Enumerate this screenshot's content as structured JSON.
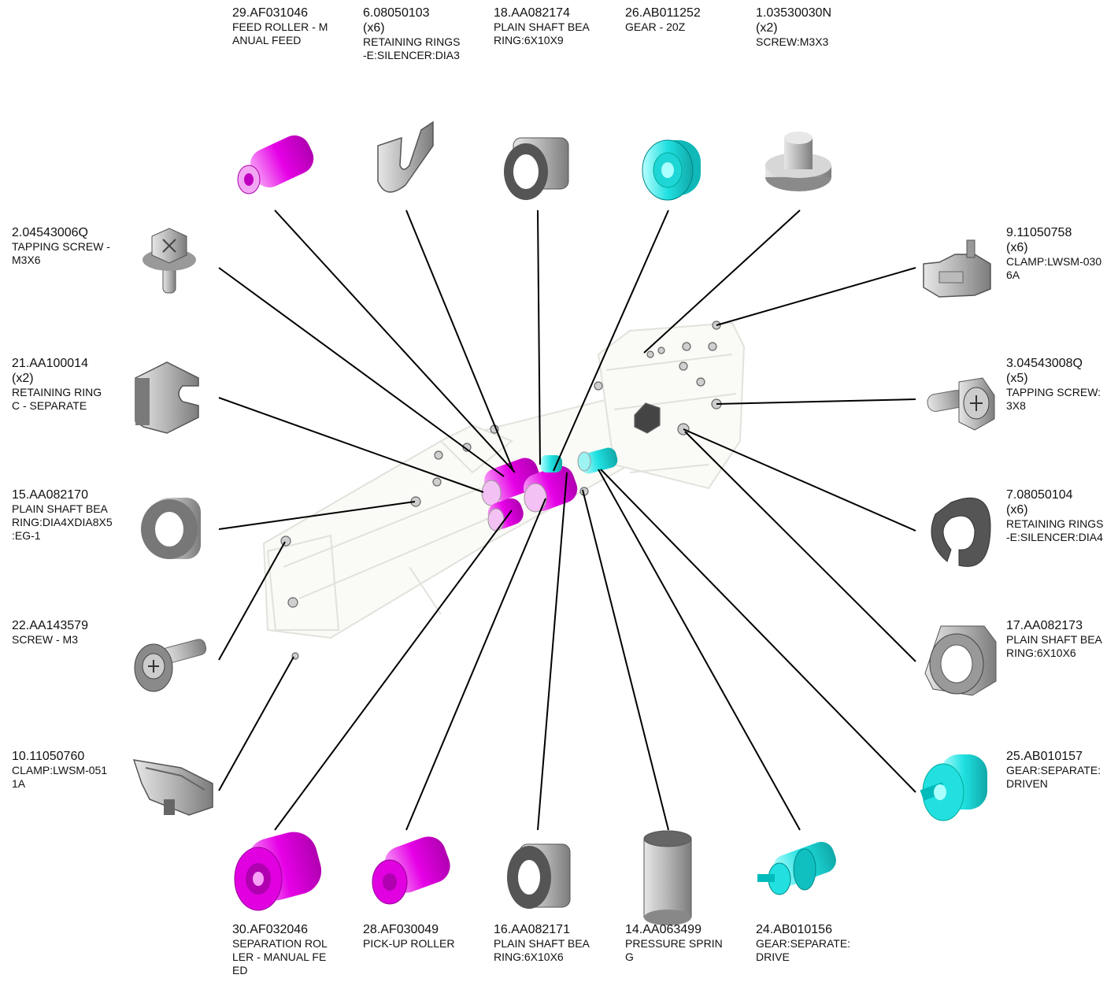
{
  "colors": {
    "roller": "#e600e6",
    "gear": "#22e3e3",
    "metal": "#b0b0b0",
    "dark_metal": "#555555",
    "leader": "#000000",
    "assembly_outline": "#e2e2dc"
  },
  "parts": [
    {
      "id": "p29",
      "number": "29.AF031046",
      "qty": "",
      "desc": "FEED ROLLER - M\nANUAL FEED",
      "icon": "feed-roller-icon"
    },
    {
      "id": "p6",
      "number": "6.08050103",
      "qty": "(x6)",
      "desc": "RETAINING RINGS\n-E:SILENCER:DIA3",
      "icon": "retaining-ring-e-icon"
    },
    {
      "id": "p18",
      "number": "18.AA082174",
      "qty": "",
      "desc": "PLAIN SHAFT BEA\nRING:6X10X9",
      "icon": "shaft-bearing-icon"
    },
    {
      "id": "p26",
      "number": "26.AB011252",
      "qty": "",
      "desc": "GEAR - 20Z",
      "icon": "gear-icon"
    },
    {
      "id": "p1",
      "number": "1.03530030N",
      "qty": "(x2)",
      "desc": "SCREW:M3X3",
      "icon": "screw-icon"
    },
    {
      "id": "p2",
      "number": "2.04543006Q",
      "qty": "",
      "desc": "TAPPING SCREW -\n M3X6",
      "icon": "tapping-screw-icon"
    },
    {
      "id": "p21",
      "number": "21.AA100014",
      "qty": "(x2)",
      "desc": "RETAINING RING\nC - SEPARATE",
      "icon": "retaining-ring-c-icon"
    },
    {
      "id": "p15",
      "number": "15.AA082170",
      "qty": "",
      "desc": "PLAIN SHAFT BEA\nRING:DIA4XDIA8X5\n:EG-1",
      "icon": "shaft-bearing-icon"
    },
    {
      "id": "p22",
      "number": "22.AA143579",
      "qty": "",
      "desc": "SCREW - M3",
      "icon": "screw-icon"
    },
    {
      "id": "p10",
      "number": "10.11050760",
      "qty": "",
      "desc": "CLAMP:LWSM-051\n1A",
      "icon": "clamp-icon"
    },
    {
      "id": "p9",
      "number": "9.11050758",
      "qty": "(x6)",
      "desc": "CLAMP:LWSM-030\n6A",
      "icon": "clamp-icon"
    },
    {
      "id": "p3",
      "number": "3.04543008Q",
      "qty": "(x5)",
      "desc": "TAPPING SCREW:\n3X8",
      "icon": "tapping-screw-icon"
    },
    {
      "id": "p7",
      "number": "7.08050104",
      "qty": "(x6)",
      "desc": "RETAINING RINGS\n-E:SILENCER:DIA4",
      "icon": "retaining-ring-e-icon"
    },
    {
      "id": "p17",
      "number": "17.AA082173",
      "qty": "",
      "desc": "PLAIN SHAFT BEA\nRING:6X10X6",
      "icon": "shaft-bearing-icon"
    },
    {
      "id": "p25",
      "number": "25.AB010157",
      "qty": "",
      "desc": "GEAR:SEPARATE:\nDRIVEN",
      "icon": "gear-icon"
    },
    {
      "id": "p30",
      "number": "30.AF032046",
      "qty": "",
      "desc": "SEPARATION ROL\nLER - MANUAL FE\nED",
      "icon": "separation-roller-icon"
    },
    {
      "id": "p28",
      "number": "28.AF030049",
      "qty": "",
      "desc": "PICK-UP ROLLER",
      "icon": "pickup-roller-icon"
    },
    {
      "id": "p16",
      "number": "16.AA082171",
      "qty": "",
      "desc": "PLAIN SHAFT BEA\nRING:6X10X6",
      "icon": "shaft-bearing-icon"
    },
    {
      "id": "p14",
      "number": "14.AA063499",
      "qty": "",
      "desc": "PRESSURE SPRIN\nG",
      "icon": "spring-icon"
    },
    {
      "id": "p24",
      "number": "24.AB010156",
      "qty": "",
      "desc": "GEAR:SEPARATE:\nDRIVE",
      "icon": "gear-icon"
    }
  ]
}
